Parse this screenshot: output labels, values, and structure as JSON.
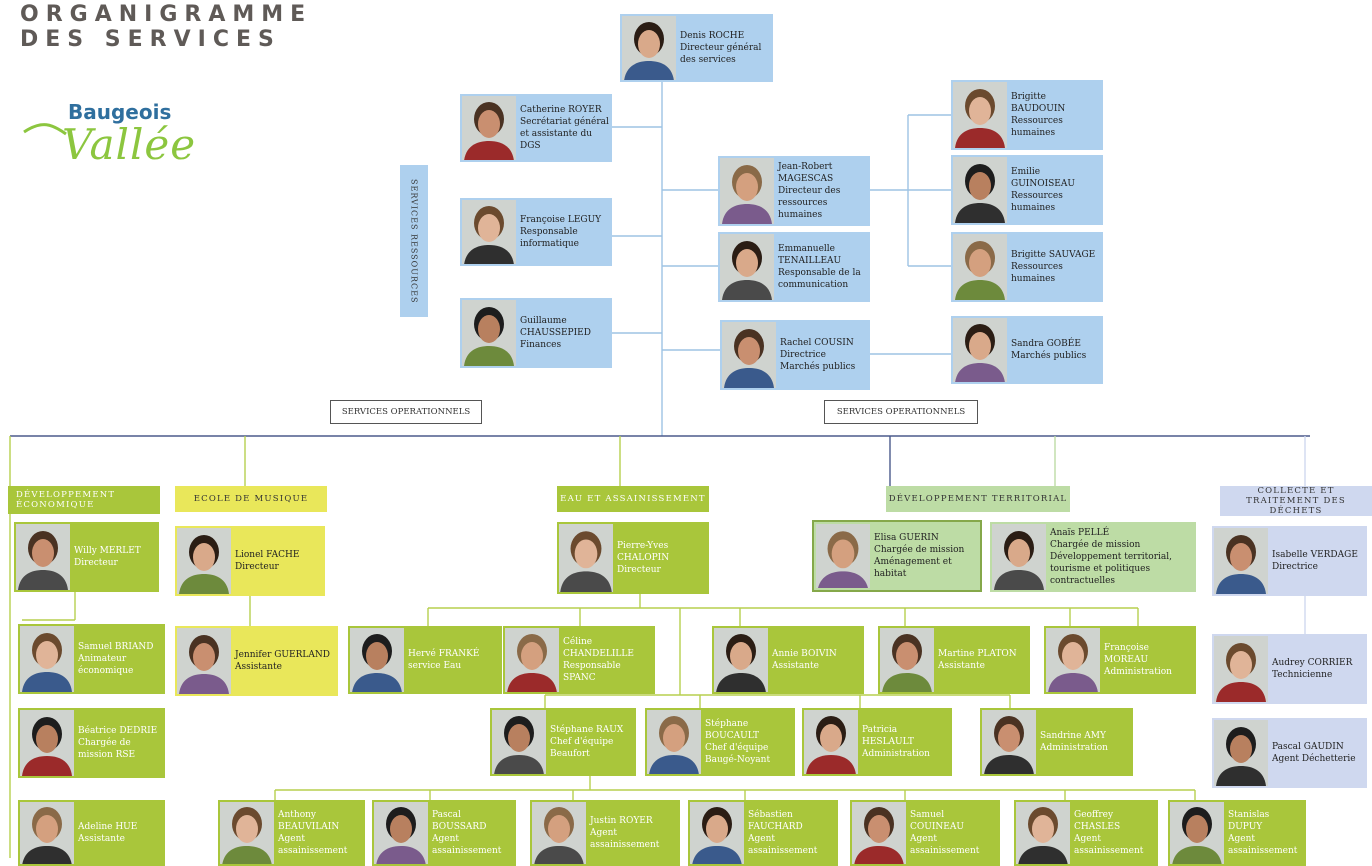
{
  "title": {
    "line1": "ORGANIGRAMME",
    "line2": "DES SERVICES"
  },
  "logo": {
    "word": "Baugeois",
    "script": "Vallée"
  },
  "labels": {
    "services_ressources": "SERVICES RESSOURCES",
    "ops_left": "SERVICES OPERATIONNELS",
    "ops_right": "SERVICES OPERATIONNELS"
  },
  "departments": {
    "dev_eco": "DÉVELOPPEMENT ÉCONOMIQUE",
    "musique": "ECOLE DE MUSIQUE",
    "eau": "EAU ET ASSAINISSEMENT",
    "dev_terr": "DÉVELOPPEMENT TERRITORIAL",
    "dechets": "COLLECTE ET TRAITEMENT DES DÉCHETS"
  },
  "people": {
    "roche": {
      "name": "Denis ROCHE",
      "role": "Directeur général des services"
    },
    "royer": {
      "name": "Catherine ROYER",
      "role": "Secrétariat général et assistante du DGS"
    },
    "leguy": {
      "name": "Françoise LEGUY",
      "role": "Responsable informatique"
    },
    "chaussepied": {
      "name": "Guillaume CHAUSSEPIED",
      "role": "Finances"
    },
    "magescas": {
      "name": "Jean-Robert MAGESCAS",
      "role": "Directeur des ressources humaines"
    },
    "tenailleau": {
      "name": "Emmanuelle TENAILLEAU",
      "role": "Responsable de la communication"
    },
    "cousin": {
      "name": "Rachel COUSIN",
      "role": "Directrice Marchés publics"
    },
    "baudouin": {
      "name": "Brigitte BAUDOUIN",
      "role": "Ressources humaines"
    },
    "guinoiseau": {
      "name": "Emilie GUINOISEAU",
      "role": "Ressources humaines"
    },
    "sauvage": {
      "name": "Brigitte SAUVAGE",
      "role": "Ressources humaines"
    },
    "gobee": {
      "name": "Sandra GOBÉE",
      "role": "Marchés publics"
    },
    "merlet": {
      "name": "Willy MERLET",
      "role": "Directeur"
    },
    "briand": {
      "name": "Samuel BRIAND",
      "role": "Animateur économique"
    },
    "dedrie": {
      "name": "Béatrice DEDRIE",
      "role": "Chargée de mission RSE"
    },
    "hue": {
      "name": "Adeline HUE",
      "role": "Assistante"
    },
    "fache": {
      "name": "Lionel FACHE",
      "role": "Directeur"
    },
    "guerland": {
      "name": "Jennifer GUERLAND",
      "role": "Assistante"
    },
    "chalopin": {
      "name": "Pierre-Yves CHALOPIN",
      "role": "Directeur"
    },
    "franke": {
      "name": "Hervé FRANKÉ",
      "role": "service Eau"
    },
    "chandelille": {
      "name": "Céline CHANDELILLE",
      "role": "Responsable SPANC"
    },
    "boivin": {
      "name": "Annie BOIVIN",
      "role": "Assistante"
    },
    "platon": {
      "name": "Martine PLATON",
      "role": "Assistante"
    },
    "moreau": {
      "name": "Françoise MOREAU",
      "role": "Administration"
    },
    "raux": {
      "name": "Stéphane RAUX",
      "role": "Chef d'équipe Beaufort"
    },
    "boucault": {
      "name": "Stéphane BOUCAULT",
      "role": "Chef d'équipe Baugé-Noyant"
    },
    "heslault": {
      "name": "Patricia HESLAULT",
      "role": "Administration"
    },
    "amy": {
      "name": "Sandrine AMY",
      "role": "Administration"
    },
    "beauvilain": {
      "name": "Anthony BEAUVILAIN",
      "role": "Agent assainissement"
    },
    "boussard": {
      "name": "Pascal BOUSSARD",
      "role": "Agent assainissement"
    },
    "jroyer": {
      "name": "Justin ROYER",
      "role": "Agent assainissement"
    },
    "fauchard": {
      "name": "Sébastien FAUCHARD",
      "role": "Agent assainissement"
    },
    "couineau": {
      "name": "Samuel COUINEAU",
      "role": "Agent assainissement"
    },
    "chasles": {
      "name": "Geoffrey CHASLES",
      "role": "Agent assainissement"
    },
    "dupuy": {
      "name": "Stanislas DUPUY",
      "role": "Agent assainissement"
    },
    "guerin": {
      "name": "Elisa GUERIN",
      "role": "Chargée de mission Aménagement et habitat"
    },
    "pelle": {
      "name": "Anaïs PELLÉ",
      "role": "Chargée de mission Développement territorial, tourisme et politiques contractuelles"
    },
    "verdage": {
      "name": "Isabelle VERDAGE",
      "role": "Directrice"
    },
    "corrier": {
      "name": "Audrey CORRIER",
      "role": "Technicienne"
    },
    "gaudin": {
      "name": "Pascal GAUDIN",
      "role": "Agent Déchetterie"
    }
  }
}
